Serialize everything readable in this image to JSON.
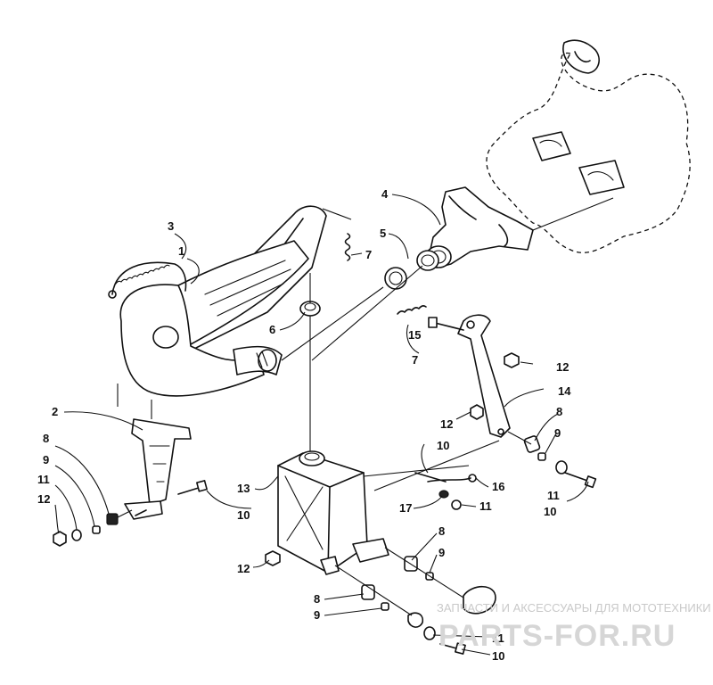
{
  "callouts": [
    {
      "n": "1"
    },
    {
      "n": "2"
    },
    {
      "n": "3"
    },
    {
      "n": "4"
    },
    {
      "n": "5"
    },
    {
      "n": "6"
    },
    {
      "n": "7"
    },
    {
      "n": "7"
    },
    {
      "n": "8"
    },
    {
      "n": "8"
    },
    {
      "n": "8"
    },
    {
      "n": "8"
    },
    {
      "n": "9"
    },
    {
      "n": "9"
    },
    {
      "n": "9"
    },
    {
      "n": "9"
    },
    {
      "n": "10"
    },
    {
      "n": "10"
    },
    {
      "n": "10"
    },
    {
      "n": "10"
    },
    {
      "n": "11"
    },
    {
      "n": "11"
    },
    {
      "n": "11"
    },
    {
      "n": "11"
    },
    {
      "n": "12"
    },
    {
      "n": "12"
    },
    {
      "n": "12"
    },
    {
      "n": "12"
    },
    {
      "n": "13"
    },
    {
      "n": "14"
    },
    {
      "n": "15"
    },
    {
      "n": "16"
    },
    {
      "n": "17"
    }
  ],
  "watermark": {
    "tagline": "ЗАПЧАСТИ И АКСЕССУАРЫ ДЛЯ МОТОТЕХНИКИ",
    "brand": "PARTS-FOR.RU"
  }
}
